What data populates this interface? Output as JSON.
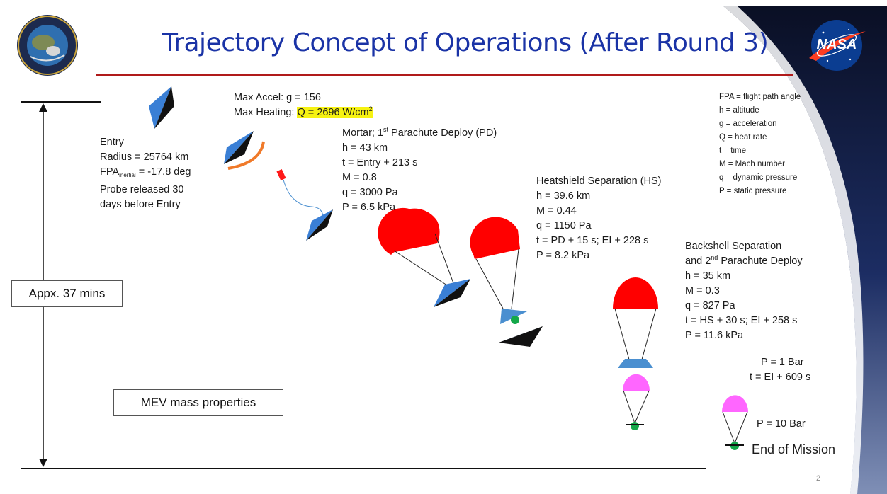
{
  "title": "Trajectory Concept of Operations (After Round 3)",
  "logos": {
    "left": "mission-seal-logo",
    "right": "NASA",
    "right_icon": "nasa-meatball-logo"
  },
  "duration_label": "Appx. 37 mins",
  "mass_button_label": "MEV mass properties",
  "max_accel": "Max Accel: g = 156",
  "max_heating_prefix": "Max Heating: ",
  "max_heating_value": "Q = 2696 W/cm",
  "max_heating_sup": "2",
  "entry": {
    "title": "Entry",
    "radius": "Radius = 25764 km",
    "fpa_prefix": "FPA",
    "fpa_sub": "inertial",
    "fpa_value": " = -17.8 deg",
    "probe_line1": "Probe released 30",
    "probe_line2": "days before Entry"
  },
  "mortar": {
    "title_prefix": "Mortar; 1",
    "title_sup": "st",
    "title_suffix": " Parachute Deploy (PD)",
    "h": "h = 43 km",
    "t": "t = Entry + 213 s",
    "M": "M = 0.8",
    "q": "q = 3000 Pa",
    "P": "P = 6.5 kPa"
  },
  "heatshield": {
    "title": "Heatshield Separation (HS)",
    "h": "h = 39.6 km",
    "M": "M = 0.44",
    "q": "q = 1150 Pa",
    "t": "t = PD + 15 s; EI + 228 s",
    "P": "P = 8.2 kPa"
  },
  "backshell": {
    "title": "Backshell Separation",
    "line2_prefix": "and 2",
    "line2_sup": "nd",
    "line2_suffix": " Parachute Deploy",
    "h": "h = 35 km",
    "M": "M = 0.3",
    "q": "q = 827 Pa",
    "t": "t = HS + 30 s; EI + 258 s",
    "P": "P = 11.6 kPa"
  },
  "one_bar": {
    "P": "P = 1 Bar",
    "t": "t = EI + 609 s"
  },
  "ten_bar": "P = 10 Bar",
  "end_of_mission": "End of Mission",
  "legend": [
    "FPA = flight path angle",
    "h = altitude",
    "g = acceleration",
    "Q = heat rate",
    "t = time",
    "M = Mach number",
    "q = dynamic pressure",
    "P = static pressure"
  ],
  "page_number": "2",
  "colors": {
    "title": "#1a33a6",
    "title_rule": "#b01a1a",
    "main_chute": "#ff0000",
    "second_chute": "#ff66ff",
    "probe_fill": "#3a7fd5",
    "probe_dark": "#111111",
    "green_dot": "#14a84a",
    "heat_arc": "#f07a2a",
    "highlight": "#f6f212"
  }
}
